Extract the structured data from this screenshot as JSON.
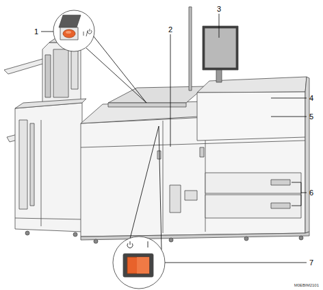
{
  "diagram": {
    "labels": [
      "1",
      "2",
      "3",
      "4",
      "5",
      "6",
      "7",
      "M0EBIM2101"
    ]
  }
}
